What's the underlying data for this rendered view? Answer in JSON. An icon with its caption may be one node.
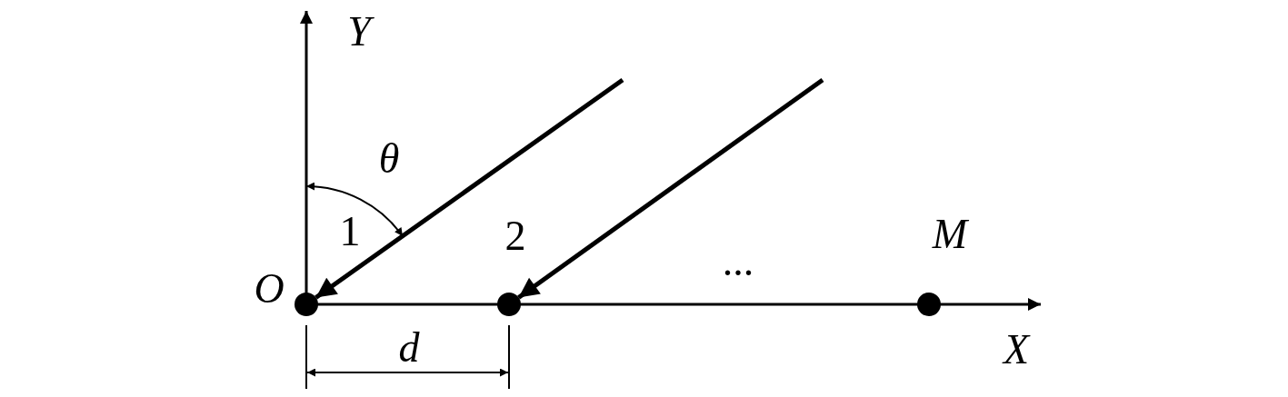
{
  "diagram": {
    "nodes": [
      {
        "text": [],
        "shape": "circle",
        "beside": [
          "O",
          "1"
        ]
      },
      {
        "text": [],
        "shape": "circle",
        "beside": [
          "2"
        ]
      },
      {
        "text": [],
        "shape": "circle",
        "beside": [
          "M"
        ]
      }
    ],
    "edges": [
      {
        "from": null,
        "to": 0,
        "arrow": "to"
      },
      {
        "from": null,
        "to": 1,
        "arrow": "to"
      }
    ],
    "labels": [
      "Y",
      "θ",
      "...",
      "d",
      "X"
    ]
  }
}
